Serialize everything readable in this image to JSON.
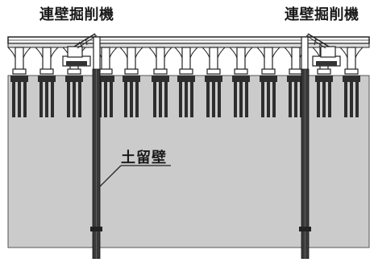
{
  "labels": {
    "excavator_left": "連壁掘削機",
    "excavator_right": "連壁掘削機",
    "earth_wall": "土留壁"
  },
  "colors": {
    "soil": "#cbcbcb",
    "structure": "#3a3a3a",
    "outline": "#222222",
    "background": "#ffffff"
  }
}
